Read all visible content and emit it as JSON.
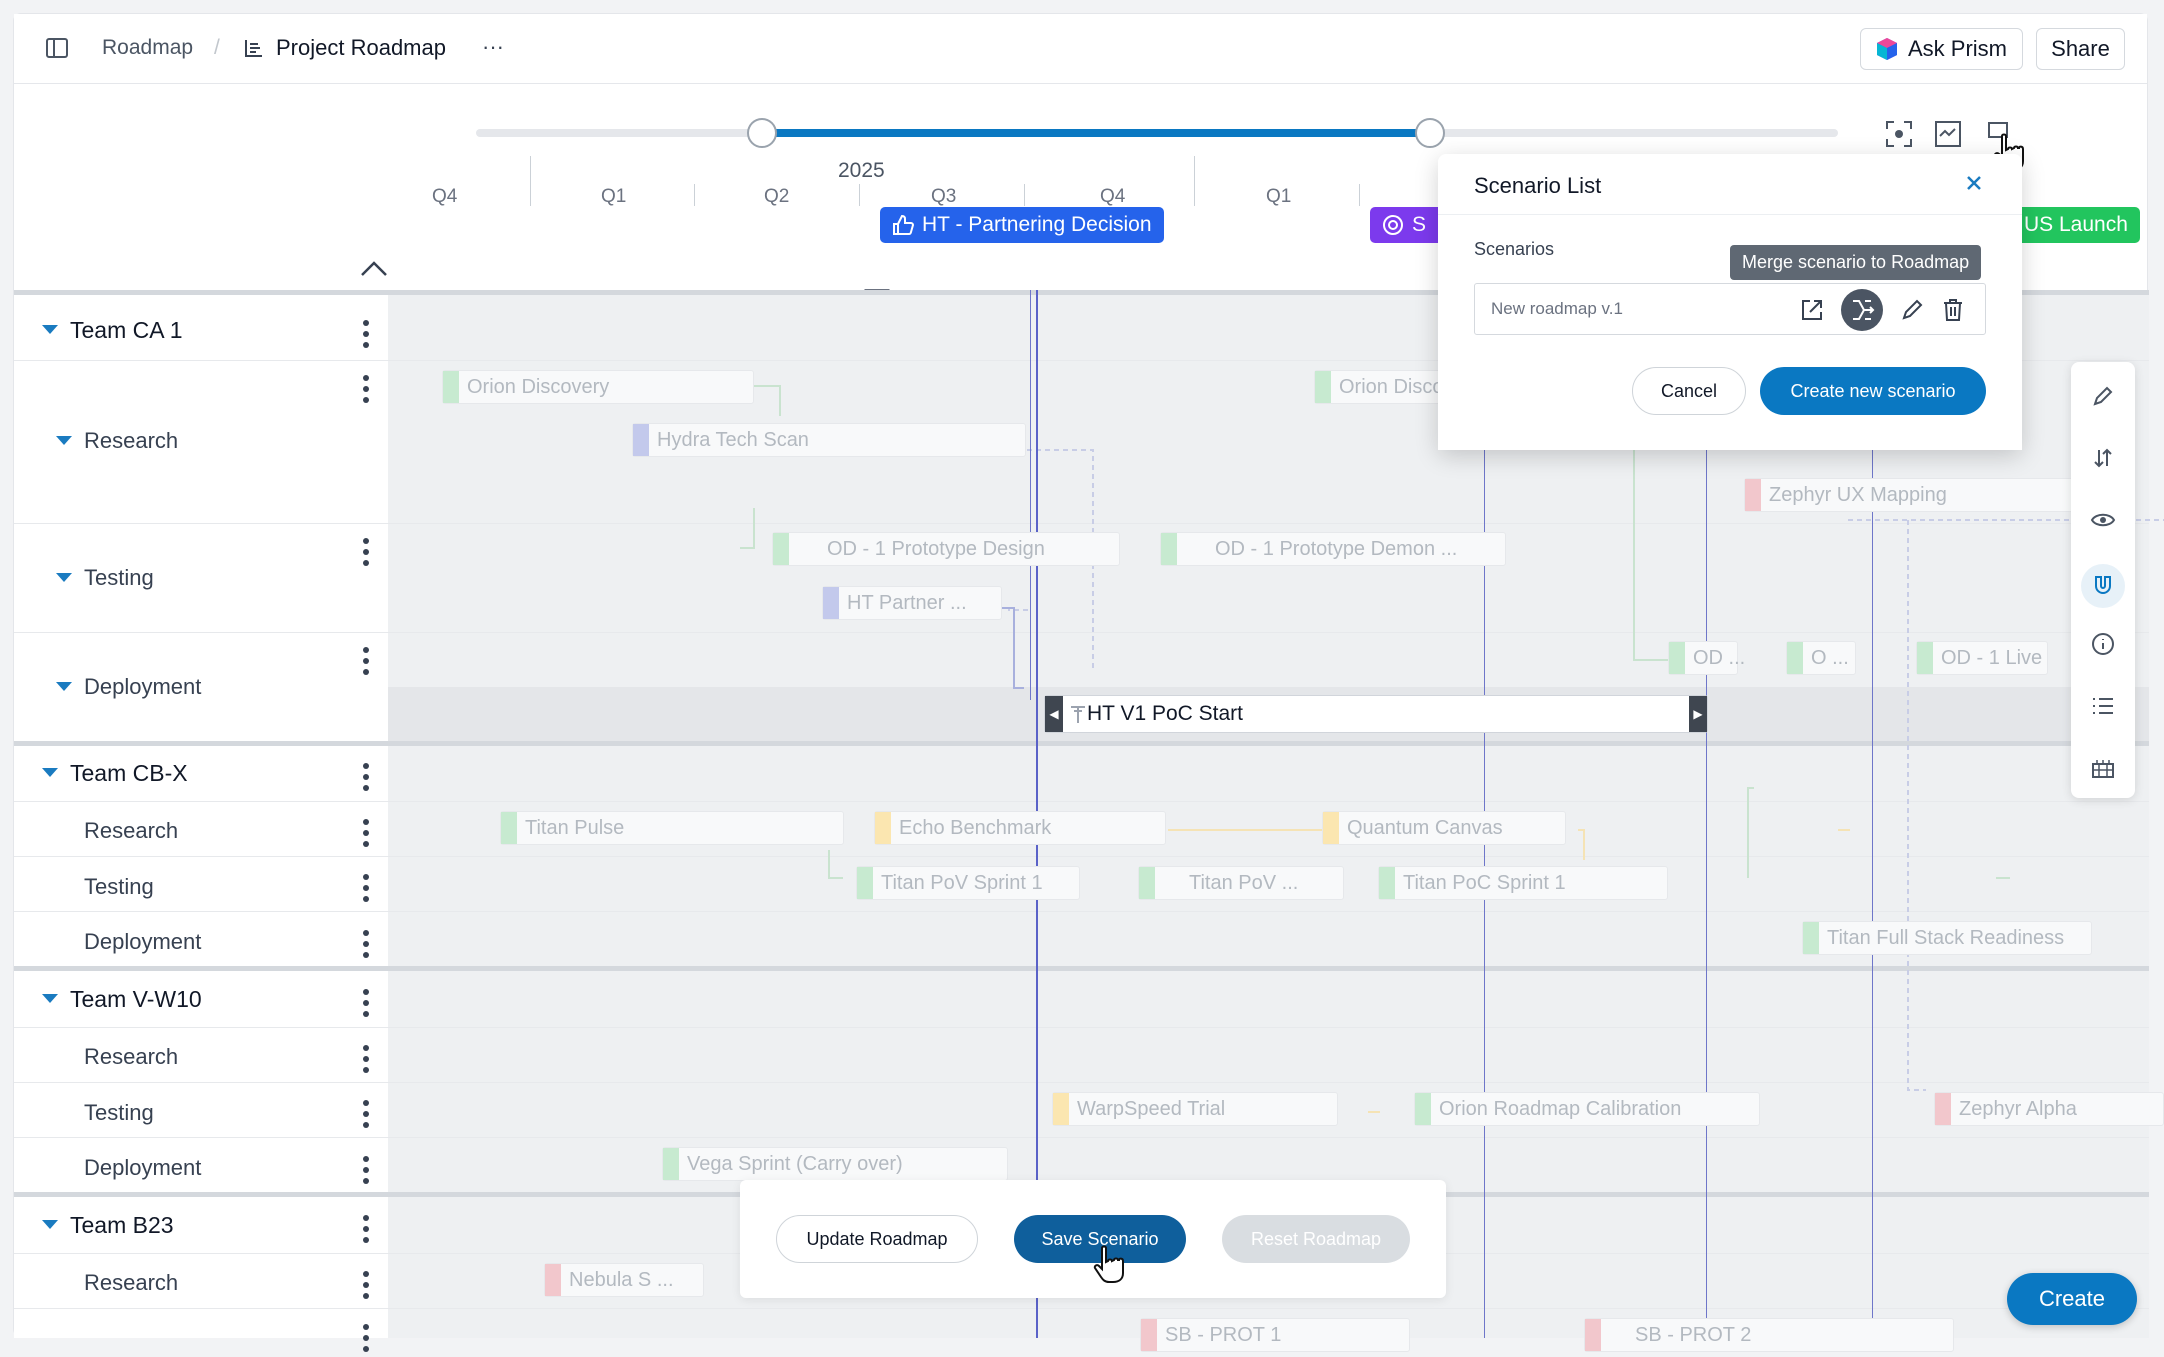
{
  "header": {
    "breadcrumb_root": "Roadmap",
    "separator": "/",
    "project_title": "Project Roadmap",
    "more_label": "···",
    "ask_prism_label": "Ask Prism",
    "share_label": "Share"
  },
  "timeline": {
    "year": "2025",
    "quarters": [
      "Q4",
      "Q1",
      "Q2",
      "Q3",
      "Q4",
      "Q1"
    ],
    "milestones": [
      {
        "label": "HT - Partnering Decision",
        "color": "#2563eb"
      },
      {
        "label": "S",
        "color": "#7c3aed"
      },
      {
        "label": "US Launch",
        "color": "#22c55e"
      }
    ]
  },
  "teams": [
    {
      "name": "Team CA 1",
      "rows": [
        "Research",
        "Testing",
        "Deployment"
      ]
    },
    {
      "name": "Team CB-X",
      "rows": [
        "Research",
        "Testing",
        "Deployment"
      ]
    },
    {
      "name": "Team V-W10",
      "rows": [
        "Research",
        "Testing",
        "Deployment"
      ]
    },
    {
      "name": "Team B23",
      "rows": [
        "Research"
      ]
    }
  ],
  "bars": {
    "orion_discovery": "Orion Discovery",
    "orion_disc_2": "Orion Disco",
    "hydra_tech_scan": "Hydra Tech Scan",
    "zephyr_ux": "Zephyr UX Mapping",
    "od_proto_design": "OD - 1 Prototype Design",
    "od_proto_demo": "OD - 1 Prototype Demon ...",
    "ht_partner": "HT Partner ...",
    "od_a": "OD ...",
    "o_b": "O ...",
    "od_live": "OD - 1 Live",
    "ht_v1_poc": "HT V1 PoC Start",
    "titan_pulse": "Titan Pulse",
    "echo_benchmark": "Echo Benchmark",
    "quantum_canvas": "Quantum Canvas",
    "titan_pov_sprint": "Titan PoV Sprint 1",
    "titan_pov": "Titan PoV ...",
    "titan_poc_sprint": "Titan PoC Sprint 1",
    "titan_full_stack": "Titan Full Stack Readiness",
    "warpspeed": "WarpSpeed Trial",
    "orion_calibration": "Orion Roadmap Calibration",
    "zephyr_alpha": "Zephyr Alpha",
    "vega_sprint": "Vega Sprint (Carry over)",
    "nebula": "Nebula S ...",
    "sb_prot1": "SB - PROT 1",
    "sb_prot2": "SB - PROT 2"
  },
  "scenario_panel": {
    "title": "Scenario List",
    "section_label": "Scenarios",
    "scenario_name": "New roadmap v.1",
    "tooltip": "Merge scenario to Roadmap",
    "cancel_label": "Cancel",
    "create_label": "Create new scenario"
  },
  "action_bar": {
    "update_label": "Update Roadmap",
    "save_label": "Save Scenario",
    "reset_label": "Reset Roadmap"
  },
  "fab": {
    "create_label": "Create"
  },
  "colors": {
    "accent": "#0a78c2",
    "milestone_line": "#5a62c8"
  }
}
